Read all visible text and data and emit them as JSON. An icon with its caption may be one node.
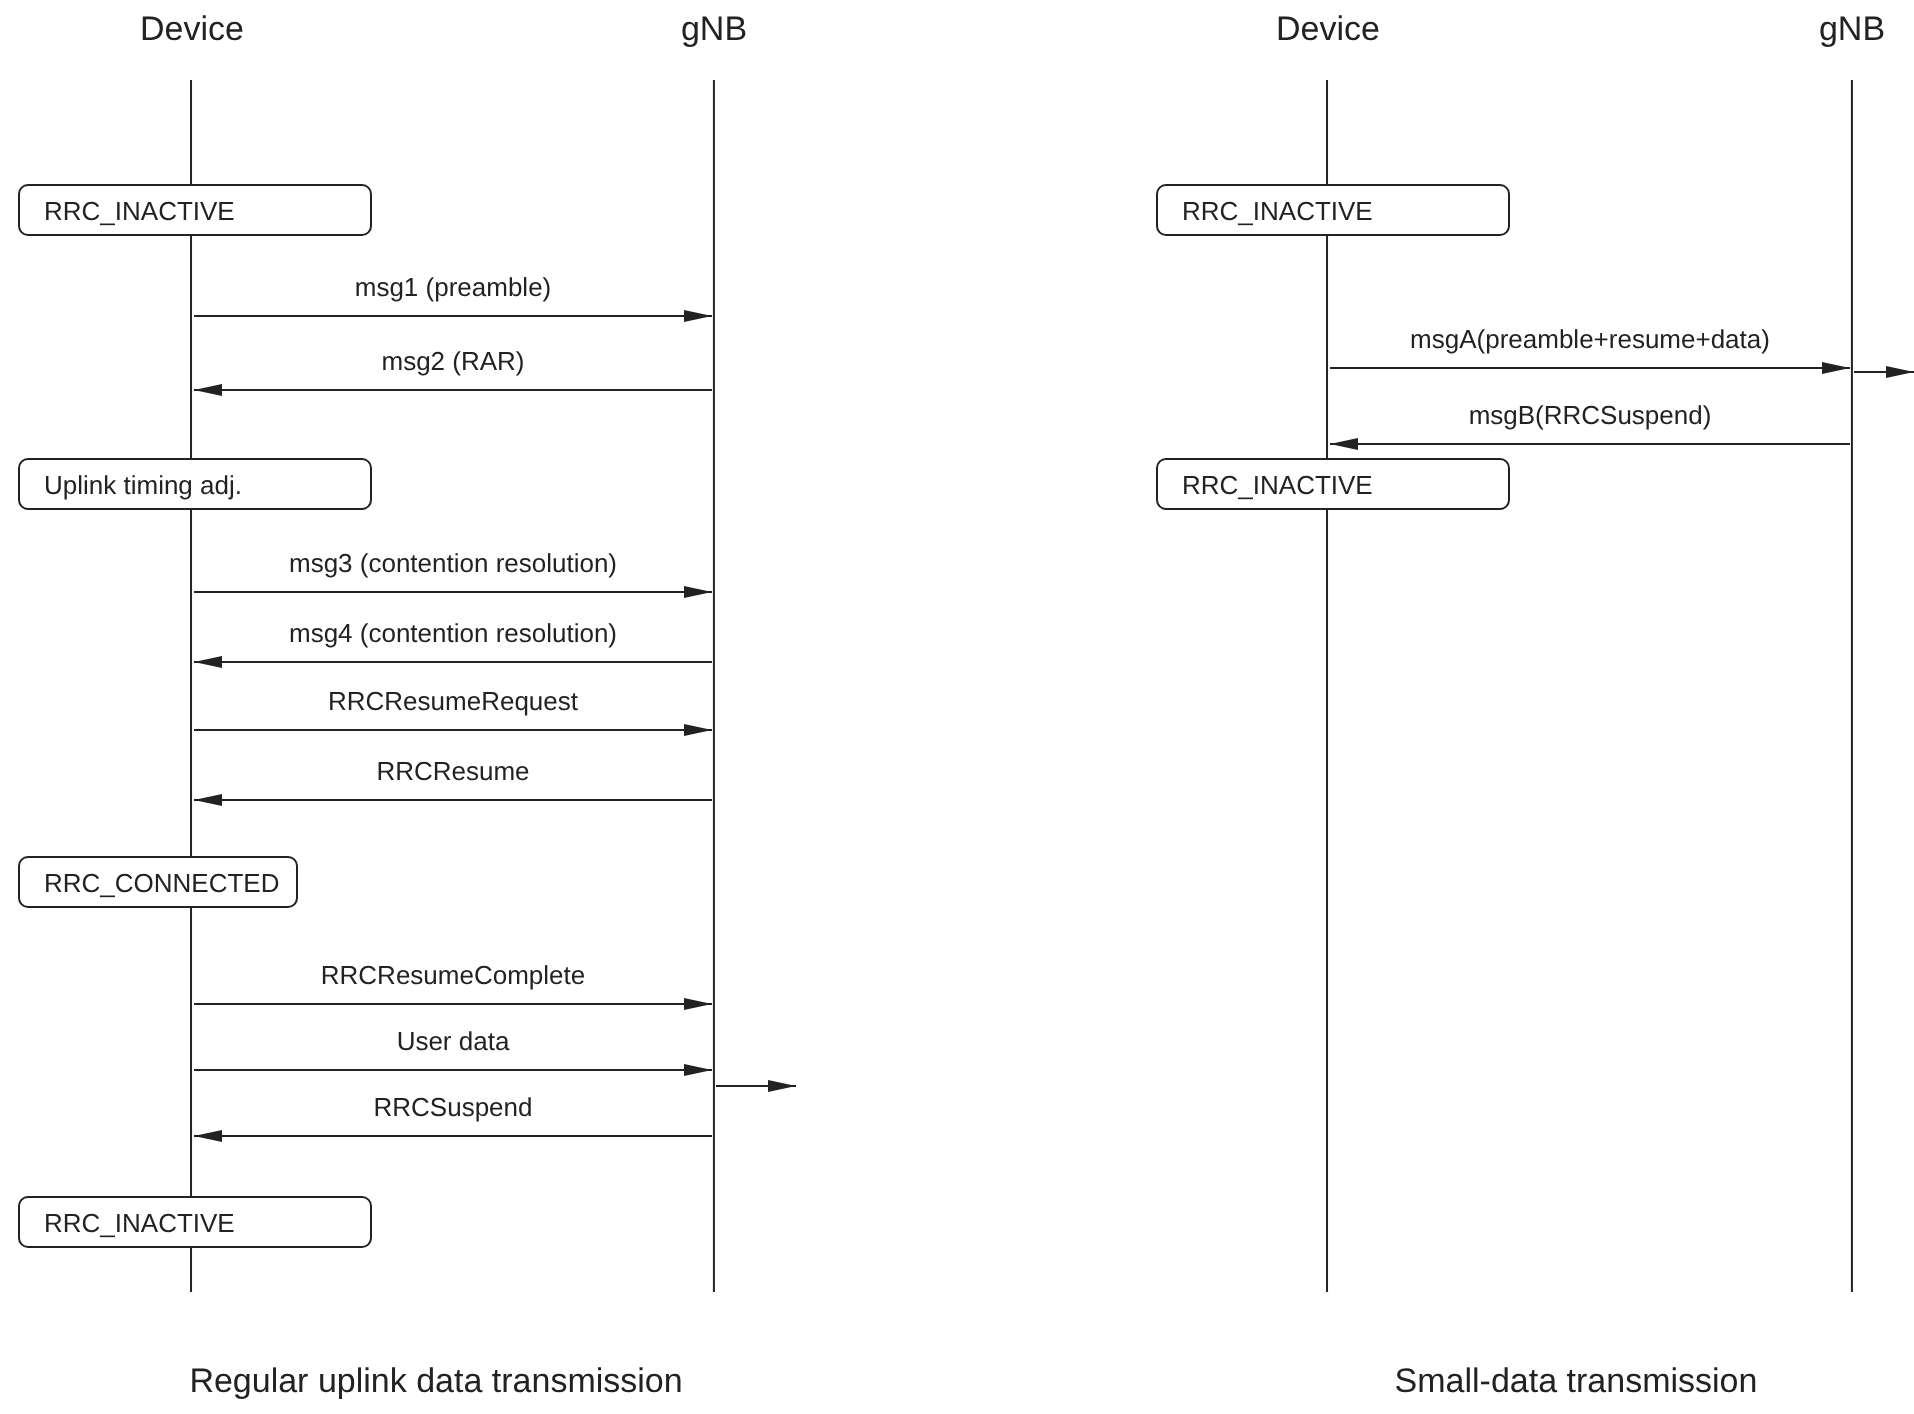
{
  "diagram": {
    "nodes": [
      {
        "text": [
          "Device"
        ]
      },
      {
        "text": [
          "gNB"
        ]
      },
      {
        "text": [
          "Device"
        ]
      },
      {
        "text": [
          "gNB"
        ]
      },
      {
        "text": [
          "RRC_INACTIVE"
        ]
      },
      {
        "text": [
          "RRC_INACTIVE"
        ]
      },
      {
        "text": [
          "Uplink timing adj."
        ]
      },
      {
        "text": [
          "RRC_INACTIVE"
        ]
      },
      {
        "text": [
          "RRC_CONNECTED"
        ]
      },
      {
        "text": [
          "RRC_INACTIVE"
        ]
      }
    ],
    "edges": [
      {
        "from": 0,
        "to": 1,
        "arrow": "to",
        "label": "msg1 (preamble)"
      },
      {
        "from": 1,
        "to": 0,
        "arrow": "to",
        "label": "msg2 (RAR)"
      },
      {
        "from": 2,
        "to": 3,
        "arrow": "to",
        "label": "msgA(preamble+resume+data)"
      },
      {
        "from": 3,
        "to": null,
        "arrow": "to"
      },
      {
        "from": 3,
        "to": 2,
        "arrow": "to",
        "label": "msgB(RRCSuspend)"
      },
      {
        "from": 0,
        "to": 1,
        "arrow": "to",
        "label": "msg3 (contention resolution)"
      },
      {
        "from": 1,
        "to": 0,
        "arrow": "to",
        "label": "msg4 (contention resolution)"
      },
      {
        "from": 0,
        "to": 1,
        "arrow": "to",
        "label": "RRCResumeRequest"
      },
      {
        "from": 1,
        "to": 0,
        "arrow": "to",
        "label": "RRCResume"
      },
      {
        "from": 0,
        "to": 1,
        "arrow": "to",
        "label": "RRCResumeComplete"
      },
      {
        "from": 0,
        "to": 1,
        "arrow": "to",
        "label": "User data"
      },
      {
        "from": 1,
        "to": null,
        "arrow": "to"
      },
      {
        "from": 1,
        "to": 0,
        "arrow": "to",
        "label": "RRCSuspend"
      }
    ],
    "labels": [
      "Regular uplink data transmission",
      "Small-data transmission"
    ]
  }
}
